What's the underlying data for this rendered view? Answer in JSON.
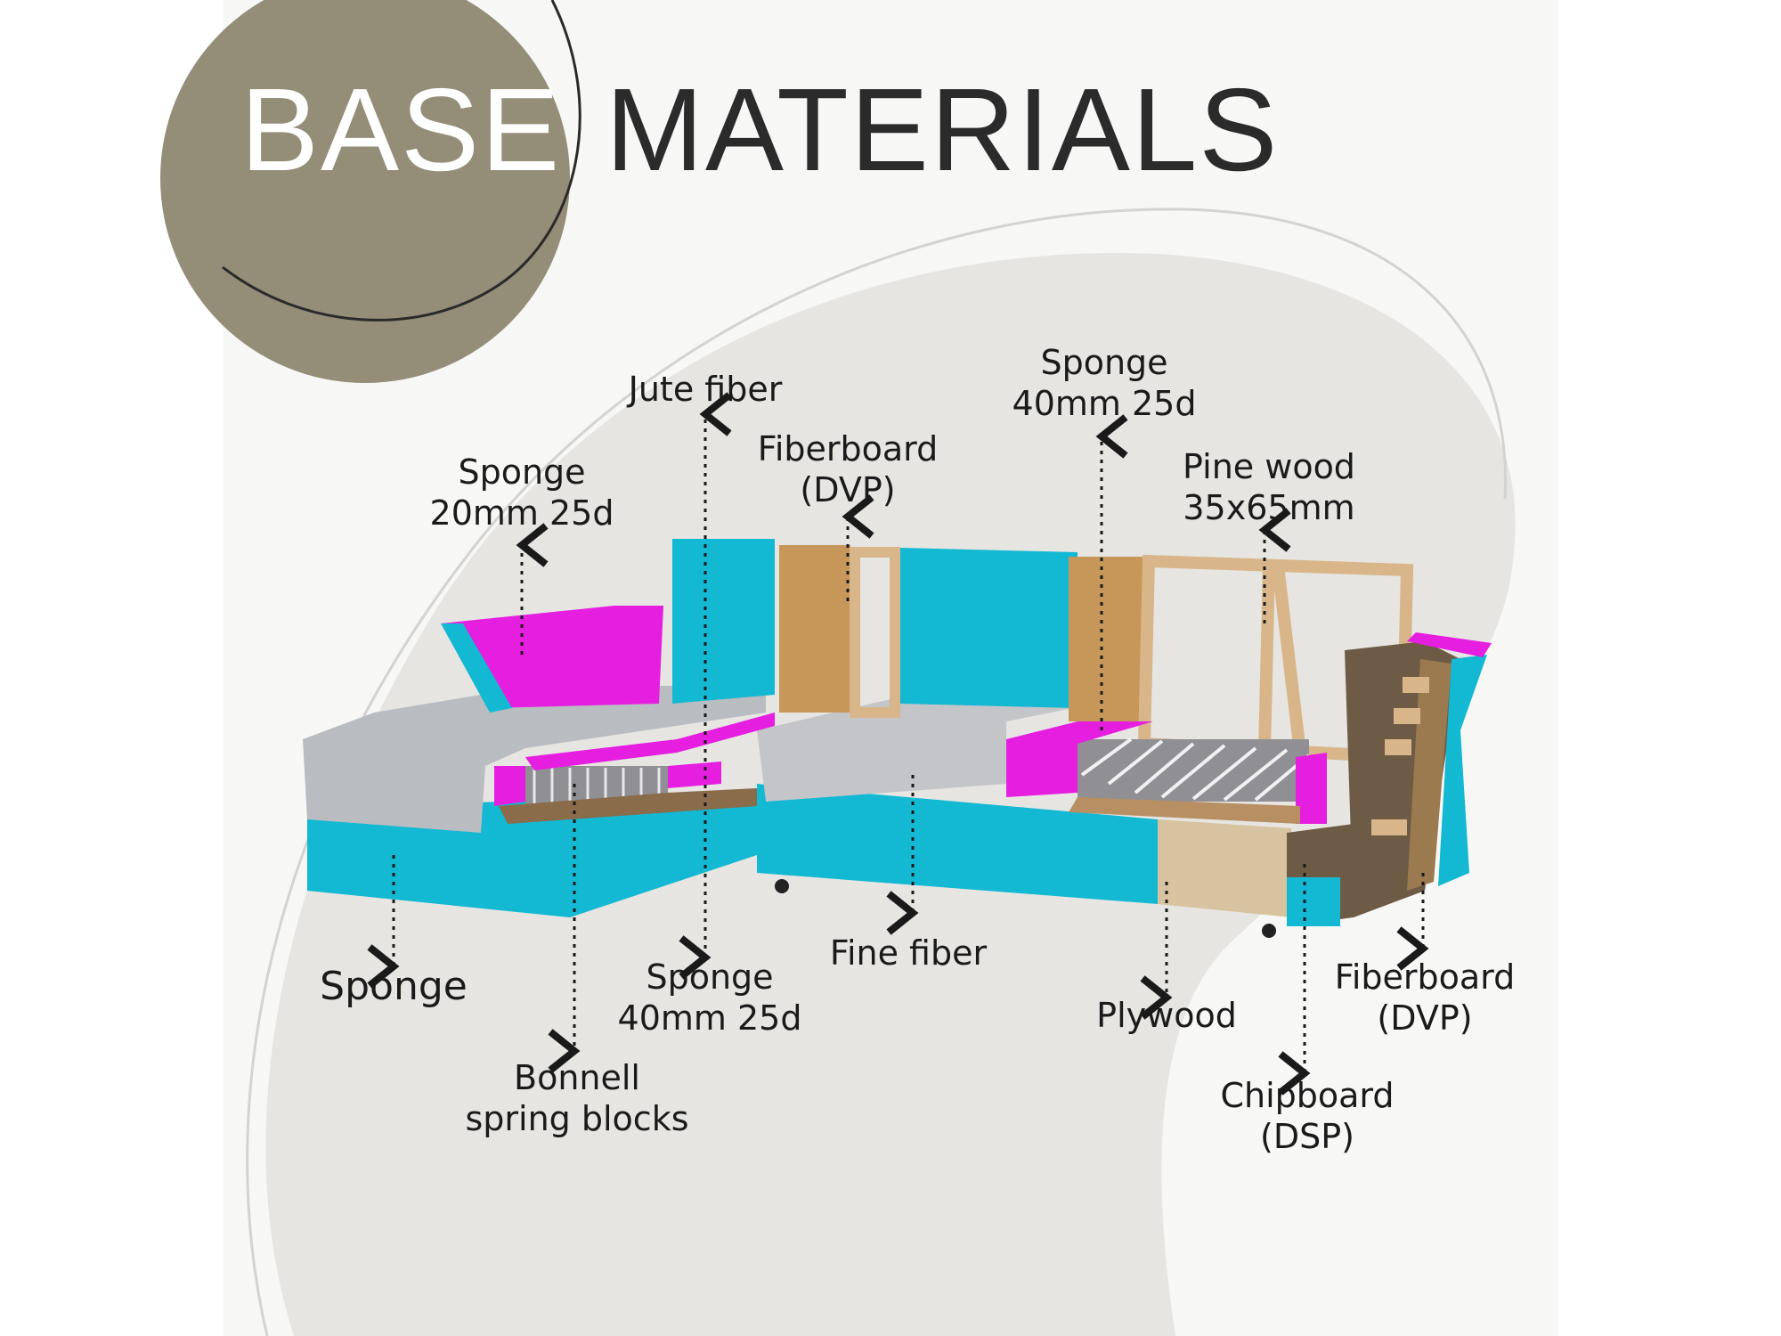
{
  "title": {
    "part1": "BASE",
    "part2": "MATERIALS"
  },
  "colors": {
    "accent_circle": "#948d78",
    "background_blob": "#e6e5e2",
    "foam_cyan": "#13b8d2",
    "foam_magenta": "#e61ee0",
    "fiber_gray": "#b9bcc0",
    "wood": "#c9a67a",
    "fiberboard": "#b07a3e",
    "chipboard": "#8a6b4a"
  },
  "labels": {
    "sponge_20": {
      "line1": "Sponge",
      "line2": "20mm 25d"
    },
    "jute_fiber": {
      "line1": "Jute fiber"
    },
    "fiberboard_top": {
      "line1": "Fiberboard",
      "line2": "(DVP)"
    },
    "sponge_40_top": {
      "line1": "Sponge",
      "line2": "40mm 25d"
    },
    "pine_wood": {
      "line1": "Pine wood",
      "line2": "35x65mm"
    },
    "sponge_bottom": {
      "line1": "Sponge"
    },
    "bonnell": {
      "line1": "Bonnell",
      "line2": "spring blocks"
    },
    "sponge_40_bottom": {
      "line1": "Sponge",
      "line2": "40mm 25d"
    },
    "fine_fiber": {
      "line1": "Fine fiber"
    },
    "plywood": {
      "line1": "Plywood"
    },
    "chipboard": {
      "line1": "Chipboard",
      "line2": "(DSP)"
    },
    "fiberboard_right": {
      "line1": "Fiberboard",
      "line2": "(DVP)"
    }
  }
}
